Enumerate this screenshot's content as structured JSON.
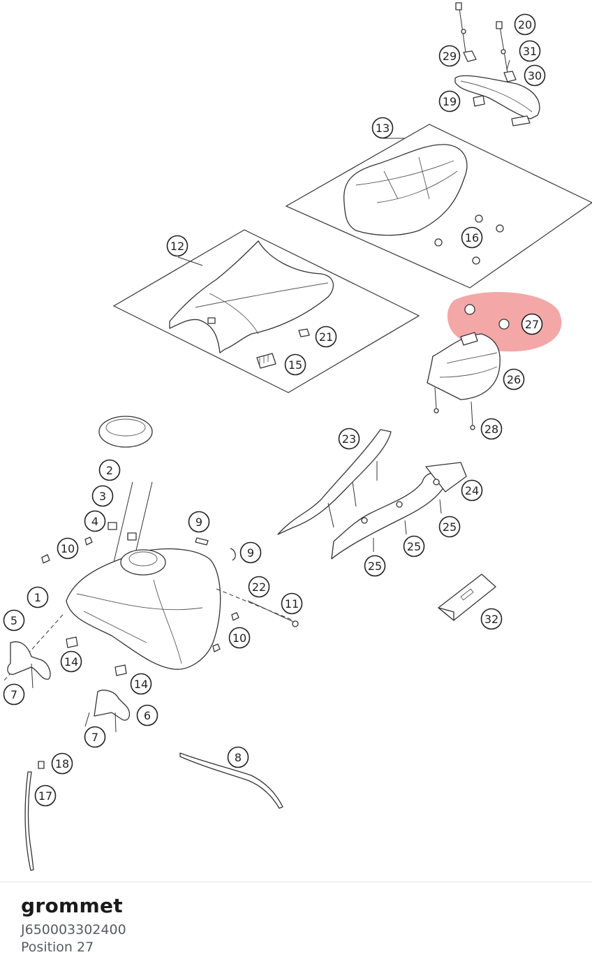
{
  "diagram": {
    "highlight_color": "#f08a8a",
    "callouts": [
      "20",
      "31",
      "30",
      "29",
      "19",
      "13",
      "16",
      "12",
      "21",
      "15",
      "27",
      "26",
      "28",
      "23",
      "24",
      "25",
      "25",
      "25",
      "32",
      "2",
      "3",
      "4",
      "9",
      "9",
      "10",
      "10",
      "22",
      "11",
      "1",
      "5",
      "14",
      "14",
      "7",
      "7",
      "6",
      "8",
      "18",
      "17"
    ],
    "highlighted_position": "27"
  },
  "part": {
    "name": "grommet",
    "number": "J650003302400",
    "position": "Position 27"
  }
}
